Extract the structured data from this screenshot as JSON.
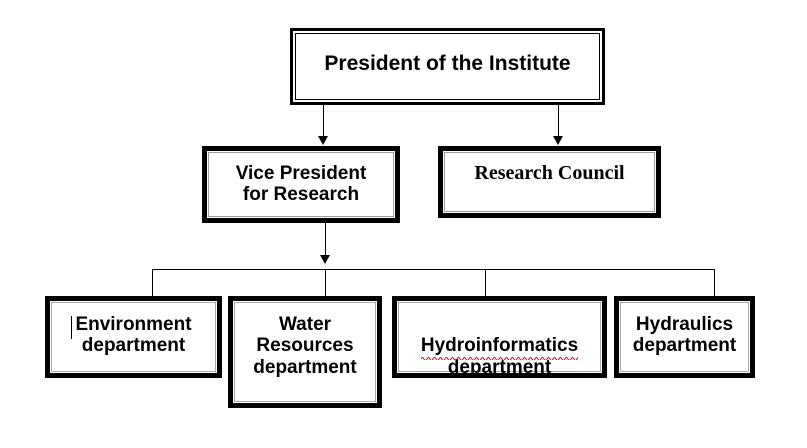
{
  "diagram": {
    "type": "organizational-chart",
    "title": "Institute research organisation chart",
    "background_color": "#ffffff",
    "line_color": "#000000",
    "text_color": "#000000",
    "spellcheck_underline_color": "#ff0000"
  },
  "levels": [
    {
      "level": 1,
      "nodes": [
        {
          "id": "president",
          "label": "President of the Institute",
          "font": "sans-serif-bold",
          "border_style": "triple-rule"
        }
      ]
    },
    {
      "level": 2,
      "nodes": [
        {
          "id": "vice-president-research",
          "label": "Vice President\nfor Research",
          "font": "sans-serif-bold",
          "border_style": "double-rule"
        },
        {
          "id": "research-council",
          "label": "Research Council",
          "font": "serif-bold",
          "border_style": "double-rule"
        }
      ]
    },
    {
      "level": 3,
      "nodes": [
        {
          "id": "environment-department",
          "label": "Environment\ndepartment",
          "font": "sans-serif-bold",
          "border_style": "double-rule",
          "has_text_caret": true,
          "spellcheck_flagged": false
        },
        {
          "id": "water-resources-department",
          "label": "Water\nResources\ndepartment",
          "font": "sans-serif-bold",
          "border_style": "double-rule",
          "has_text_caret": false,
          "spellcheck_flagged": false
        },
        {
          "id": "hydroinformatics-department",
          "label_line1": "Hydroinformatics",
          "label_line2": "department",
          "font": "sans-serif-bold",
          "border_style": "double-rule",
          "has_text_caret": false,
          "spellcheck_flagged": true
        },
        {
          "id": "hydraulics-department",
          "label": "Hydraulics\ndepartment",
          "font": "sans-serif-bold",
          "border_style": "double-rule",
          "has_text_caret": false,
          "spellcheck_flagged": false
        }
      ]
    }
  ],
  "connectors": [
    {
      "id": "president-to-vice-president",
      "style": "arrow",
      "from": "president",
      "to": "vice-president-research"
    },
    {
      "id": "president-to-research-council",
      "style": "arrow",
      "from": "president",
      "to": "research-council"
    },
    {
      "id": "vice-president-to-bus",
      "style": "arrow",
      "from": "vice-president-research",
      "to": "department-bus"
    },
    {
      "id": "bus-to-environment",
      "style": "line",
      "from": "department-bus",
      "to": "environment-department"
    },
    {
      "id": "bus-to-water-resources",
      "style": "line",
      "from": "department-bus",
      "to": "water-resources-department"
    },
    {
      "id": "bus-to-hydroinformatics",
      "style": "line",
      "from": "department-bus",
      "to": "hydroinformatics-department"
    },
    {
      "id": "bus-to-hydraulics",
      "style": "line",
      "from": "department-bus",
      "to": "hydraulics-department"
    }
  ]
}
